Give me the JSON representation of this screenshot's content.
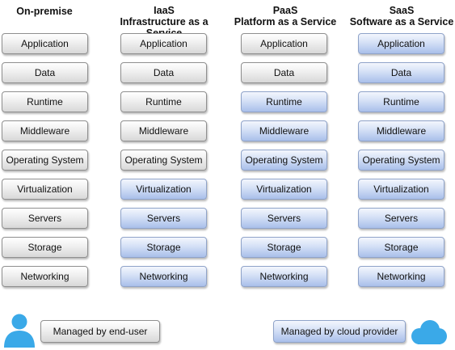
{
  "columns": [
    {
      "title_line1": "On-premise",
      "title_line2": "",
      "layers": [
        {
          "label": "Application",
          "managed": "user"
        },
        {
          "label": "Data",
          "managed": "user"
        },
        {
          "label": "Runtime",
          "managed": "user"
        },
        {
          "label": "Middleware",
          "managed": "user"
        },
        {
          "label": "Operating System",
          "managed": "user"
        },
        {
          "label": "Virtualization",
          "managed": "user"
        },
        {
          "label": "Servers",
          "managed": "user"
        },
        {
          "label": "Storage",
          "managed": "user"
        },
        {
          "label": "Networking",
          "managed": "user"
        }
      ]
    },
    {
      "title_line1": "IaaS",
      "title_line2": "Infrastructure as a Service",
      "layers": [
        {
          "label": "Application",
          "managed": "user"
        },
        {
          "label": "Data",
          "managed": "user"
        },
        {
          "label": "Runtime",
          "managed": "user"
        },
        {
          "label": "Middleware",
          "managed": "user"
        },
        {
          "label": "Operating System",
          "managed": "user"
        },
        {
          "label": "Virtualization",
          "managed": "cloud"
        },
        {
          "label": "Servers",
          "managed": "cloud"
        },
        {
          "label": "Storage",
          "managed": "cloud"
        },
        {
          "label": "Networking",
          "managed": "cloud"
        }
      ]
    },
    {
      "title_line1": "PaaS",
      "title_line2": "Platform as a Service",
      "layers": [
        {
          "label": "Application",
          "managed": "user"
        },
        {
          "label": "Data",
          "managed": "user"
        },
        {
          "label": "Runtime",
          "managed": "cloud"
        },
        {
          "label": "Middleware",
          "managed": "cloud"
        },
        {
          "label": "Operating System",
          "managed": "cloud"
        },
        {
          "label": "Virtualization",
          "managed": "cloud"
        },
        {
          "label": "Servers",
          "managed": "cloud"
        },
        {
          "label": "Storage",
          "managed": "cloud"
        },
        {
          "label": "Networking",
          "managed": "cloud"
        }
      ]
    },
    {
      "title_line1": "SaaS",
      "title_line2": "Software as a Service",
      "layers": [
        {
          "label": "Application",
          "managed": "cloud"
        },
        {
          "label": "Data",
          "managed": "cloud"
        },
        {
          "label": "Runtime",
          "managed": "cloud"
        },
        {
          "label": "Middleware",
          "managed": "cloud"
        },
        {
          "label": "Operating System",
          "managed": "cloud"
        },
        {
          "label": "Virtualization",
          "managed": "cloud"
        },
        {
          "label": "Servers",
          "managed": "cloud"
        },
        {
          "label": "Storage",
          "managed": "cloud"
        },
        {
          "label": "Networking",
          "managed": "cloud"
        }
      ]
    }
  ],
  "legend": {
    "user_label": "Managed by end-user",
    "cloud_label": "Managed by cloud provider",
    "user_icon": "person-icon",
    "cloud_icon": "cloud-icon"
  },
  "colors": {
    "user_fill": "#e6e6e6",
    "cloud_fill": "#c3d3f2",
    "icon_blue": "#3aa9e8"
  }
}
